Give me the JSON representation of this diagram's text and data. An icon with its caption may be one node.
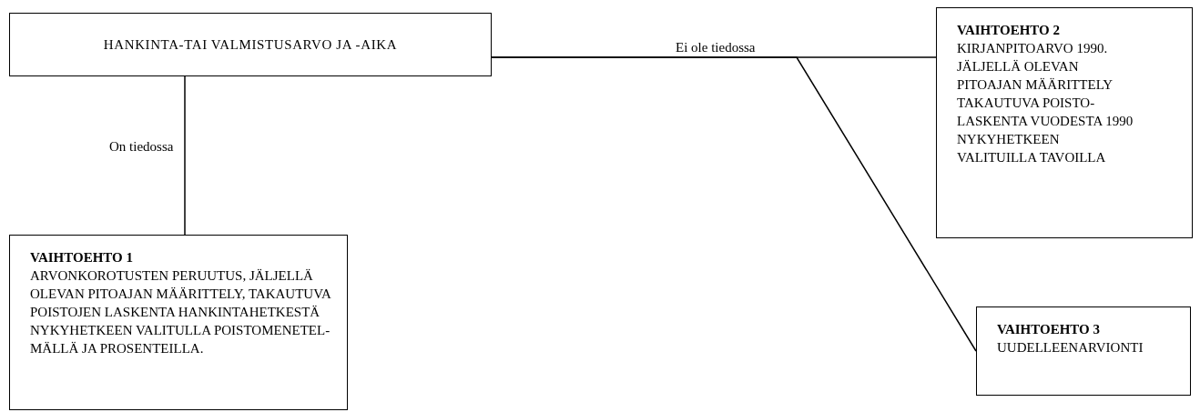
{
  "diagram": {
    "nodes": [
      {
        "text": [
          "HANKINTA-TAI VALMISTUSARVO JA -AIKA"
        ]
      },
      {
        "text": [
          "VAIHTOEHTO 1",
          "ARVONKOROTUSTEN PERUUTUS, JÄLJELLÄ OLEVAN PITOAJAN MÄÄRITTELY, TAKAUTUVA POISTOJEN LASKENTA HANKINTAHETKESTÄ NYKYHETKEEN VALITULLA POISTOMENETEL-MÄLLÄ JA PROSENTEILLA."
        ]
      },
      {
        "text": [
          "VAIHTOEHTO 2",
          "KIRJANPITOARVO 1990. JÄLJELLÄ OLEVAN PITOAJAN MÄÄRITTELY TAKAUTUVA POISTO-LASKENTA VUODESTA 1990 NYKYHETKEEN VALITUILLA TAVOILLA"
        ]
      },
      {
        "text": [
          "VAIHTOEHTO 3",
          "UUDELLEENARVIONTI"
        ]
      }
    ],
    "edges": [
      {
        "from": 0,
        "to": 1,
        "arrow": "none",
        "label": "On tiedossa"
      },
      {
        "from": 0,
        "to": 2,
        "arrow": "none",
        "label": "Ei ole tiedossa"
      },
      {
        "from": 0,
        "to": 3,
        "arrow": "none"
      }
    ]
  }
}
